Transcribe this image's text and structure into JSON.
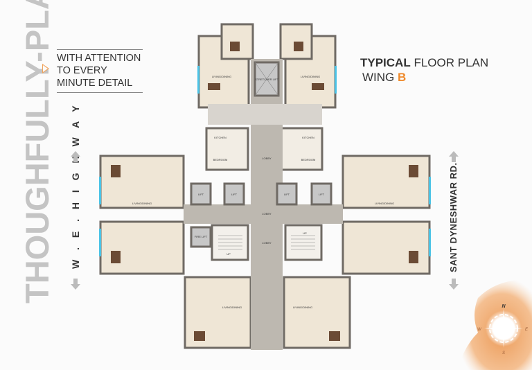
{
  "side_title": "THOUGHFULLY-PLANNED",
  "tagline": [
    "WITH ATTENTION",
    "TO EVERY",
    "MINUTE DETAIL"
  ],
  "heading": {
    "bold": "TYPICAL",
    "rest": " FLOOR PLAN",
    "wing_label": "WING ",
    "wing_letter": "B"
  },
  "left_road": "W . E . H I G H W A Y",
  "right_road": "SANT DYNESHWAR RD.",
  "compass": {
    "n": "N",
    "e": "E",
    "s": "S",
    "w": "W"
  },
  "plan_labels": {
    "lobby_main": "LOBBY",
    "lobby_lower": "LOBBY",
    "lobby_upper": "LOBBY",
    "lift": "LIFT",
    "stretcher_lift": "STRETCHER LIFT",
    "fire_lift": "FIRE LIFT",
    "up": "UP",
    "kitchen": "KITCHEN",
    "bedroom": "BEDROOM",
    "living": "LIVING/DINING"
  },
  "colors": {
    "accent": "#ef8a2c",
    "wall": "#6f6a64",
    "floor": "#efe6d6",
    "lobby": "#bdb8b0"
  }
}
